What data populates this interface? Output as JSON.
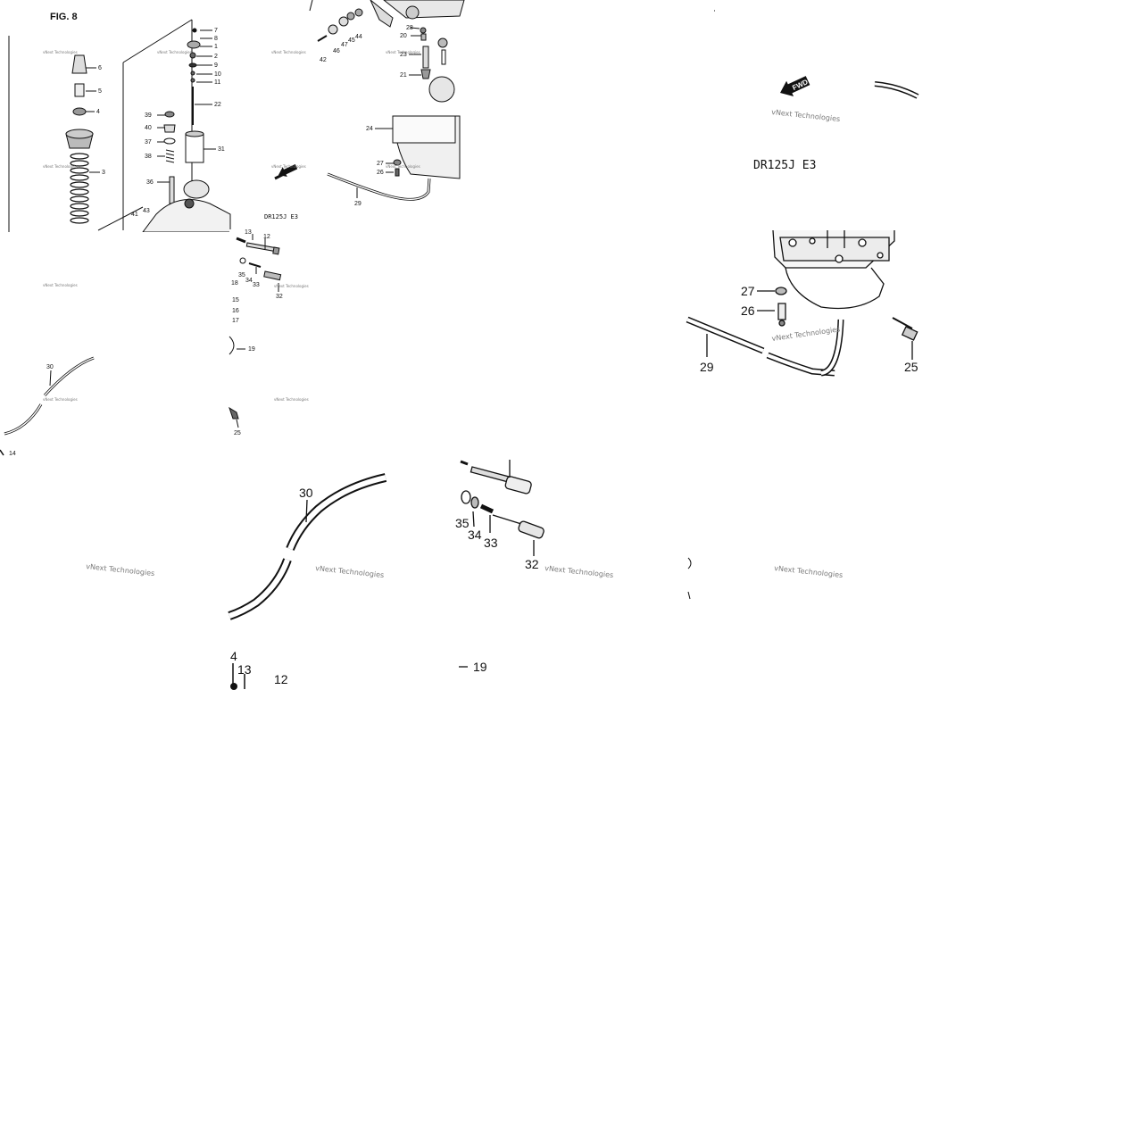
{
  "figure_label": "FIG. 8",
  "model_code": "DR125J E3",
  "watermark": "vNext Technologies",
  "fwd_label": "FWD",
  "main_callouts": {
    "c1": "1",
    "c2": "2",
    "c3": "3",
    "c4": "4",
    "c5": "5",
    "c6": "6",
    "c7": "7",
    "c8": "8",
    "c9": "9",
    "c10": "10",
    "c11": "11",
    "c12": "12",
    "c13": "13",
    "c14": "14",
    "c15": "15",
    "c16": "16",
    "c17": "17",
    "c18": "18",
    "c19": "19",
    "c20": "20",
    "c21": "21",
    "c22": "22",
    "c23": "23",
    "c24": "24",
    "c25": "25",
    "c26": "26",
    "c27": "27",
    "c28": "28",
    "c29": "29",
    "c30": "30",
    "c31": "31",
    "c32": "32",
    "c33": "33",
    "c34": "34",
    "c35": "35",
    "c36": "36",
    "c37": "37",
    "c38": "38",
    "c39": "39",
    "c40": "40",
    "c41": "41",
    "c42": "42",
    "c43": "43",
    "c44": "44",
    "c45": "45",
    "c46": "46",
    "c47": "47"
  },
  "zoom_float_bowl": {
    "c27": "27",
    "c26": "26",
    "c29": "29",
    "c25": "25"
  },
  "zoom_hose": {
    "c30": "30",
    "c4": "4",
    "c13": "13",
    "c12": "12"
  },
  "zoom_screws": {
    "c35": "35",
    "c34": "34",
    "c33": "33",
    "c32": "32",
    "c19": "19"
  }
}
